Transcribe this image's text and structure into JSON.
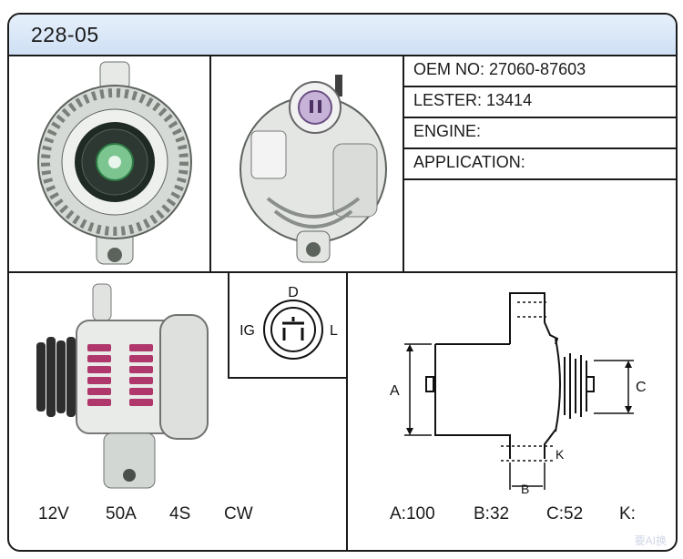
{
  "header": {
    "part_number": "228-05"
  },
  "specs": {
    "oem": "OEM NO: 27060-87603",
    "lester": "LESTER: 13414",
    "engine": "ENGINE:",
    "application": "APPLICATION:"
  },
  "connector": {
    "top": "D",
    "left": "IG",
    "right": "L"
  },
  "dimension_labels": {
    "a": "A",
    "b": "B",
    "c": "C",
    "k": "K"
  },
  "ratings": {
    "voltage": "12V",
    "amperage": "50A",
    "pulley": "4S",
    "rotation": "CW"
  },
  "dimensions": {
    "a": "A:100",
    "b": "B:32",
    "c": "C:52",
    "k": "K:"
  },
  "watermark": "要AI换"
}
